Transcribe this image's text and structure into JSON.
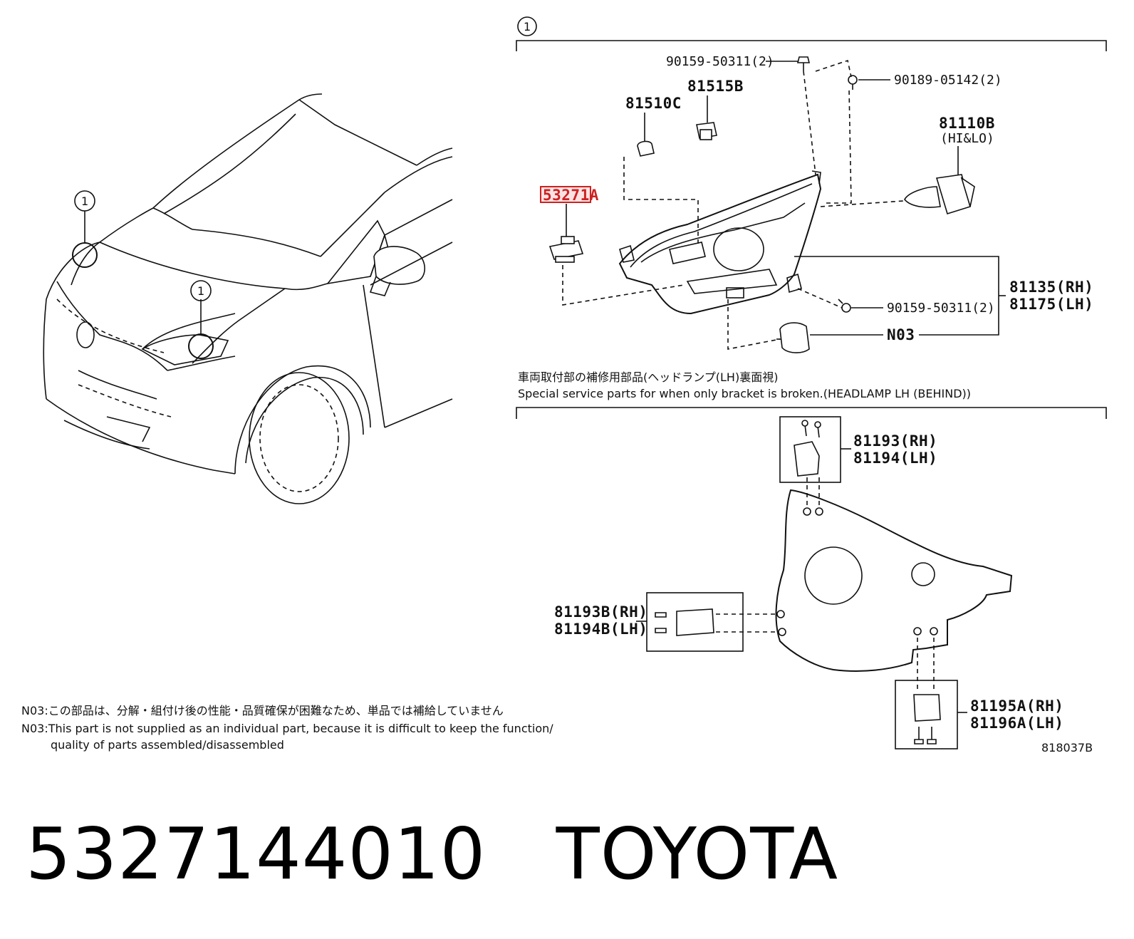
{
  "callout": "1",
  "labels": {
    "bolt_top": "90159-50311(2)",
    "bolt_right": "90189-05142(2)",
    "socket": "81515B",
    "bulb_small": "81510C",
    "bulb_main": "81110B",
    "bulb_main_note": "(HI&LO)",
    "highlighted_part": "53271A",
    "lamp_rh": "81135(RH)",
    "lamp_lh": "81175(LH)",
    "bolt_mid": "90159-50311(2)",
    "n03_part": "N03",
    "bracket_top_rh": "81193(RH)",
    "bracket_top_lh": "81194(LH)",
    "bracket_left_rh": "81193B(RH)",
    "bracket_left_lh": "81194B(LH)",
    "bracket_bottom_rh": "81195A(RH)",
    "bracket_bottom_lh": "81196A(LH)"
  },
  "section_note": {
    "jp": "車両取付部の補修用部品(ヘッドランプ(LH)裏面視)",
    "en": "Special service parts for when only bracket is broken.(HEADLAMP LH (BEHIND))"
  },
  "footnote": {
    "line1": "N03:この部品は、分解・組付け後の性能・品質確保が困難なため、単品では補給していません",
    "line2": "N03:This part is not supplied as an individual part, because it is difficult to keep the function/",
    "line3": "quality of parts assembled/disassembled"
  },
  "diagram_code": "818037B",
  "footer": {
    "part_number": "5327144010",
    "brand": "TOYOTA"
  },
  "colors": {
    "highlight": "#cc2222",
    "highlight_bg": "#fbe3e3",
    "ink": "#111111"
  }
}
